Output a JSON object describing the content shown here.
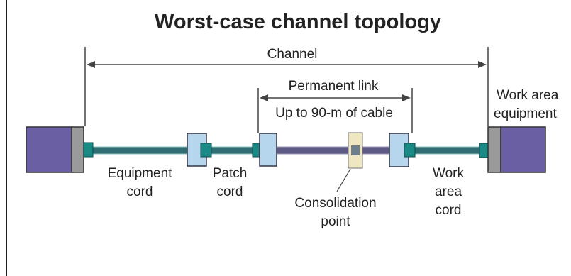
{
  "diagram": {
    "title": "Worst-case channel topology",
    "channel_label": "Channel",
    "permanent_link_label": "Permanent link",
    "cable_length_label": "Up to 90-m of cable",
    "labels": {
      "work_area_equipment": [
        "Work area",
        "equipment"
      ],
      "equipment_cord": [
        "Equipment",
        "cord"
      ],
      "patch_cord": [
        "Patch",
        "cord"
      ],
      "consolidation_point": [
        "Consolidation",
        "point"
      ],
      "work_area_cord": [
        "Work",
        "area",
        "cord"
      ]
    },
    "colors": {
      "equipment_box": "#6a5fa3",
      "equipment_panel": "#9a9a9a",
      "patch_panel": "#b6d6ee",
      "connector": "#1a8a86",
      "cable": "#2f6f74",
      "consolidation_box": "#efe6c2",
      "dimension_line": "#333333"
    }
  }
}
